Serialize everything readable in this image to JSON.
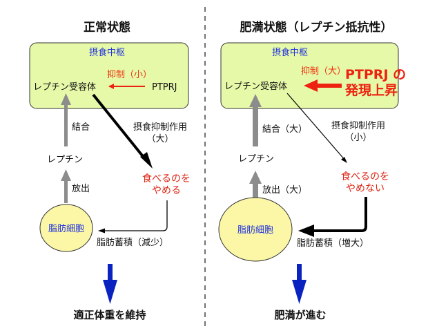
{
  "colors": {
    "box_fill": "#e6f9a8",
    "cell_fill": "#fbf7a6",
    "blue_text": "#2233dd",
    "red_text": "#dd2211",
    "gray_arrow": "#8c8c8c",
    "result_arrow": "#0a22c0"
  },
  "left": {
    "title": "正常状態",
    "center_label": "摂食中枢",
    "receptor": "レプチン受容体",
    "inhibit_label": "抑制（小）",
    "ptprj": "PTPRJ",
    "binding": "結合",
    "leptin": "レプチン",
    "release": "放出",
    "fat_cell": "脂肪細胞",
    "effect_line1": "摂食抑制作用",
    "effect_line2": "（大）",
    "behavior_line1": "食べるのを",
    "behavior_line2": "やめる",
    "accumulation": "脂肪蓄積（減少）",
    "result": "適正体重を維持"
  },
  "right": {
    "title": "肥満状態（レプチン抵抗性）",
    "center_label": "摂食中枢",
    "receptor": "レプチン受容体",
    "inhibit_label": "抑制（大）",
    "ptprj_line1": "PTPRJ の",
    "ptprj_line2": "発現上昇",
    "binding": "結合（大）",
    "leptin": "レプチン",
    "release": "放出（大）",
    "fat_cell": "脂肪細胞",
    "effect_line1": "摂食抑制作用",
    "effect_line2": "（小）",
    "behavior_line1": "食べるのを",
    "behavior_line2": "やめない",
    "accumulation": "脂肪蓄積（増大）",
    "result": "肥満が進む"
  }
}
